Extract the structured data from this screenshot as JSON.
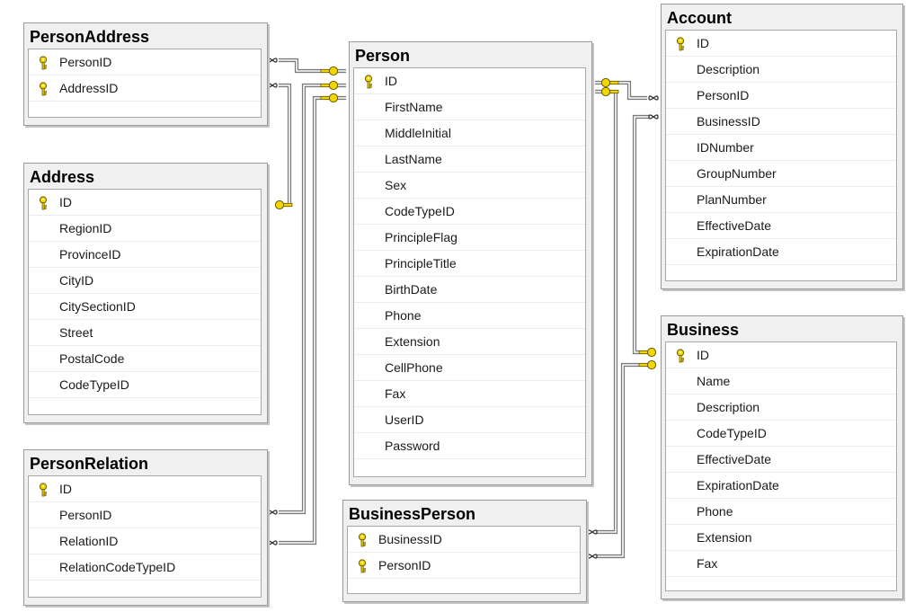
{
  "tables": {
    "person_address": {
      "title": "PersonAddress",
      "columns": [
        {
          "name": "PersonID",
          "pk": true
        },
        {
          "name": "AddressID",
          "pk": true
        }
      ]
    },
    "address": {
      "title": "Address",
      "columns": [
        {
          "name": "ID",
          "pk": true
        },
        {
          "name": "RegionID",
          "pk": false
        },
        {
          "name": "ProvinceID",
          "pk": false
        },
        {
          "name": "CityID",
          "pk": false
        },
        {
          "name": "CitySectionID",
          "pk": false
        },
        {
          "name": "Street",
          "pk": false
        },
        {
          "name": "PostalCode",
          "pk": false
        },
        {
          "name": "CodeTypeID",
          "pk": false
        }
      ]
    },
    "person_relation": {
      "title": "PersonRelation",
      "columns": [
        {
          "name": "ID",
          "pk": true
        },
        {
          "name": "PersonID",
          "pk": false
        },
        {
          "name": "RelationID",
          "pk": false
        },
        {
          "name": "RelationCodeTypeID",
          "pk": false
        }
      ]
    },
    "person": {
      "title": "Person",
      "columns": [
        {
          "name": "ID",
          "pk": true
        },
        {
          "name": "FirstName",
          "pk": false
        },
        {
          "name": "MiddleInitial",
          "pk": false
        },
        {
          "name": "LastName",
          "pk": false
        },
        {
          "name": "Sex",
          "pk": false
        },
        {
          "name": "CodeTypeID",
          "pk": false
        },
        {
          "name": "PrincipleFlag",
          "pk": false
        },
        {
          "name": "PrincipleTitle",
          "pk": false
        },
        {
          "name": "BirthDate",
          "pk": false
        },
        {
          "name": "Phone",
          "pk": false
        },
        {
          "name": "Extension",
          "pk": false
        },
        {
          "name": "CellPhone",
          "pk": false
        },
        {
          "name": "Fax",
          "pk": false
        },
        {
          "name": "UserID",
          "pk": false
        },
        {
          "name": "Password",
          "pk": false
        }
      ]
    },
    "business_person": {
      "title": "BusinessPerson",
      "columns": [
        {
          "name": "BusinessID",
          "pk": true
        },
        {
          "name": "PersonID",
          "pk": true
        }
      ]
    },
    "account": {
      "title": "Account",
      "columns": [
        {
          "name": "ID",
          "pk": true
        },
        {
          "name": "Description",
          "pk": false
        },
        {
          "name": "PersonID",
          "pk": false
        },
        {
          "name": "BusinessID",
          "pk": false
        },
        {
          "name": "IDNumber",
          "pk": false
        },
        {
          "name": "GroupNumber",
          "pk": false
        },
        {
          "name": "PlanNumber",
          "pk": false
        },
        {
          "name": "EffectiveDate",
          "pk": false
        },
        {
          "name": "ExpirationDate",
          "pk": false
        }
      ]
    },
    "business": {
      "title": "Business",
      "columns": [
        {
          "name": "ID",
          "pk": true
        },
        {
          "name": "Name",
          "pk": false
        },
        {
          "name": "Description",
          "pk": false
        },
        {
          "name": "CodeTypeID",
          "pk": false
        },
        {
          "name": "EffectiveDate",
          "pk": false
        },
        {
          "name": "ExpirationDate",
          "pk": false
        },
        {
          "name": "Phone",
          "pk": false
        },
        {
          "name": "Extension",
          "pk": false
        },
        {
          "name": "Fax",
          "pk": false
        }
      ]
    }
  },
  "colors": {
    "key_fill": "#f2d600",
    "key_stroke": "#6b5a00",
    "line": "#7a7a7a"
  }
}
